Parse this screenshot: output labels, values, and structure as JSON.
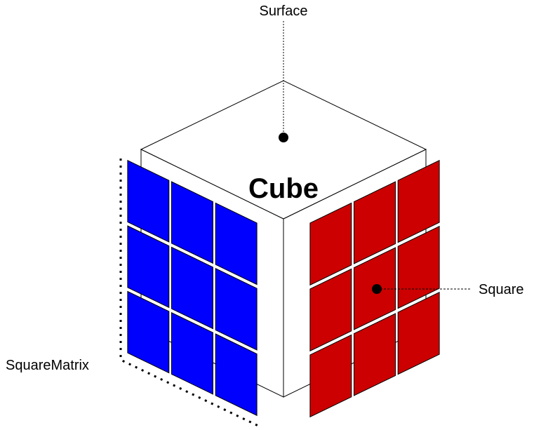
{
  "diagram": {
    "title": "Cube",
    "labels": {
      "surface": "Surface",
      "square": "Square",
      "square_matrix": "SquareMatrix"
    },
    "faces": {
      "left": {
        "color": "#0000ff",
        "rows": 3,
        "cols": 3
      },
      "right": {
        "color": "#cc0000",
        "rows": 3,
        "cols": 3
      }
    },
    "cube_fill": "#ffffff",
    "stroke": "#000000"
  }
}
